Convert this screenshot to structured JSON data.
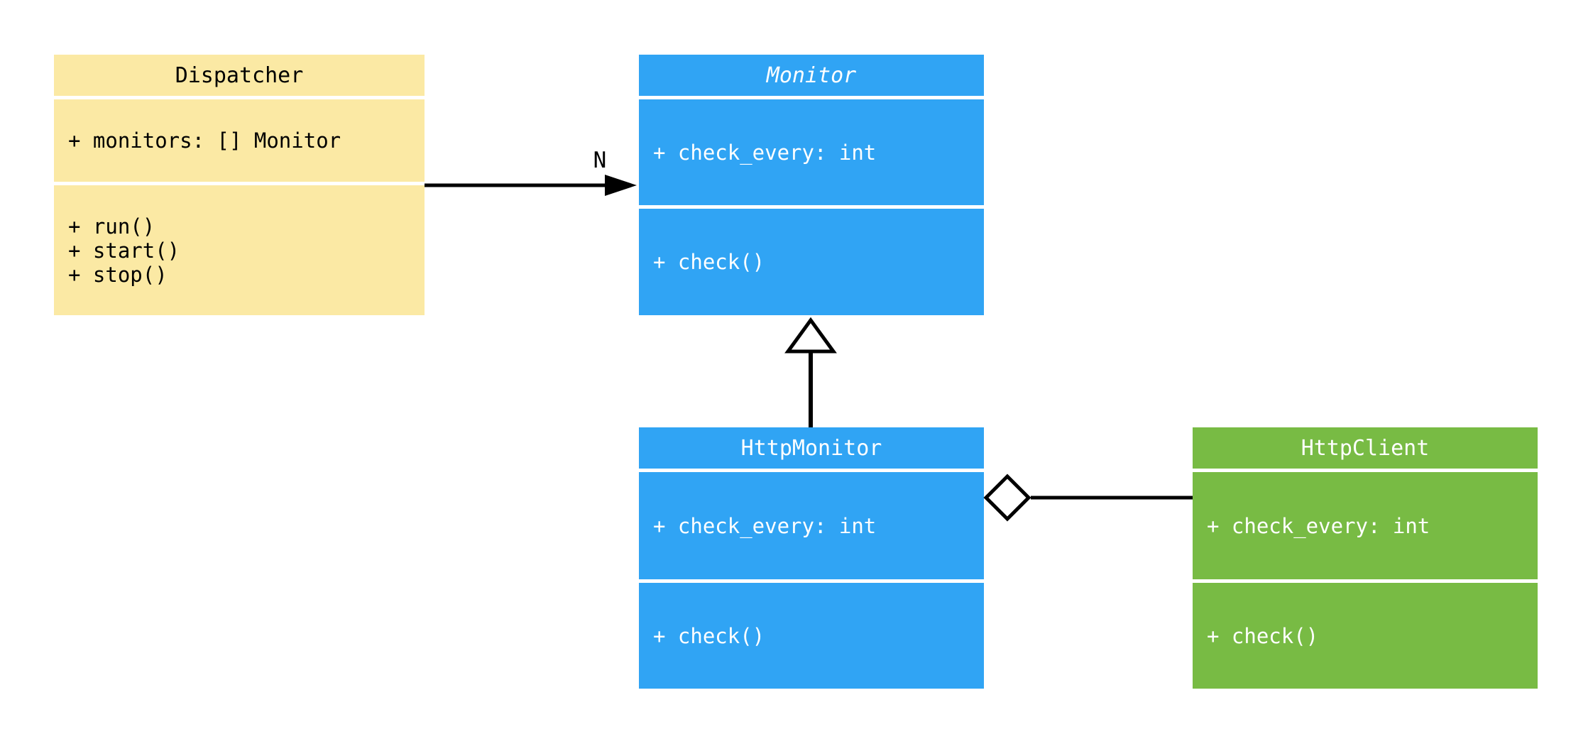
{
  "diagram": {
    "type": "uml-class-diagram",
    "background": "#FFFFFF",
    "colors": {
      "class_yellow": "#FBE9A4",
      "class_blue": "#30A4F4",
      "class_green": "#78BB44",
      "connector": "#000000",
      "text_on_yellow": "#000000",
      "text_on_blue": "#FFFFFF",
      "text_on_green": "#FFFFFF"
    },
    "classes": [
      {
        "id": "dispatcher",
        "name": "Dispatcher",
        "abstract": false,
        "fill": "#FBE9A4",
        "attributes": [
          "+ monitors: [] Monitor"
        ],
        "methods": [
          "+ run()",
          "+ start()",
          "+ stop()"
        ]
      },
      {
        "id": "monitor",
        "name": "Monitor",
        "abstract": true,
        "fill": "#30A4F4",
        "attributes": [
          "+ check_every: int"
        ],
        "methods": [
          "+ check()"
        ]
      },
      {
        "id": "http_monitor",
        "name": "HttpMonitor",
        "abstract": false,
        "fill": "#30A4F4",
        "attributes": [
          "+ check_every: int"
        ],
        "methods": [
          "+ check()"
        ]
      },
      {
        "id": "http_client",
        "name": "HttpClient",
        "abstract": false,
        "fill": "#78BB44",
        "attributes": [
          "+ check_every: int"
        ],
        "methods": [
          "+ check()"
        ]
      }
    ],
    "relationships": [
      {
        "type": "association",
        "from": "Dispatcher",
        "to": "Monitor",
        "label": "N",
        "marker": "filled-arrowhead"
      },
      {
        "type": "inheritance",
        "from": "HttpMonitor",
        "to": "Monitor",
        "label": "",
        "marker": "hollow-triangle"
      },
      {
        "type": "aggregation",
        "from": "HttpMonitor",
        "to": "HttpClient",
        "label": "",
        "marker": "hollow-diamond"
      }
    ]
  }
}
